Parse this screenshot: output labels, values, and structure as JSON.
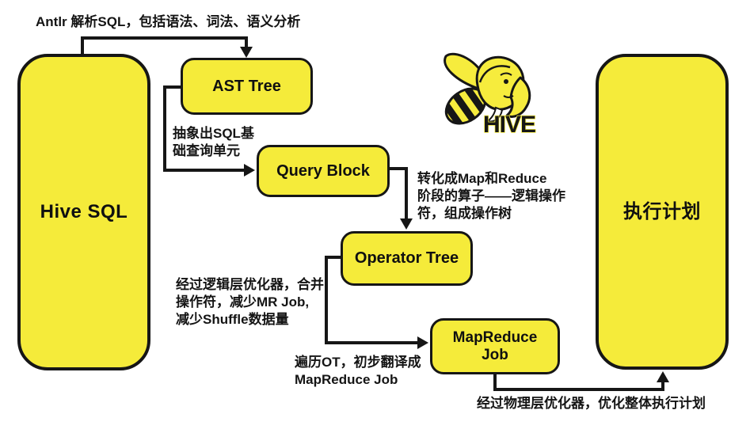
{
  "colors": {
    "background": "#ffffff",
    "box_fill": "#f5eb3a",
    "box_border": "#161616",
    "connector": "#161616",
    "text": "#141414",
    "logo_yellow": "#f6ec3d"
  },
  "nodes": {
    "hive_sql": {
      "label": "Hive SQL"
    },
    "ast_tree": {
      "label": "AST Tree"
    },
    "query_block": {
      "label": "Query Block"
    },
    "operator_tree": {
      "label": "Operator Tree"
    },
    "mapreduce_job": {
      "label": "MapReduce\nJob"
    },
    "execution_plan": {
      "label": "执行计划"
    }
  },
  "annotations": {
    "antlr_parse": "Antlr 解析SQL，包括语法、词法、语义分析",
    "abstract_unit": "抽象出SQL基\n础查询单元",
    "to_logical_ops": "转化成Map和Reduce\n阶段的算子——逻辑操作\n符，组成操作树",
    "logical_optimizer": "经过逻辑层优化器，合并\n操作符，减少MR Job,\n减少Shuffle数据量",
    "traverse_ot": "遍历OT，初步翻译成\nMapReduce Job",
    "physical_optimizer": "经过物理层优化器，优化整体执行计划"
  },
  "logo": {
    "label": "HIVE",
    "icon": "hive-bee-elephant-mascot"
  }
}
